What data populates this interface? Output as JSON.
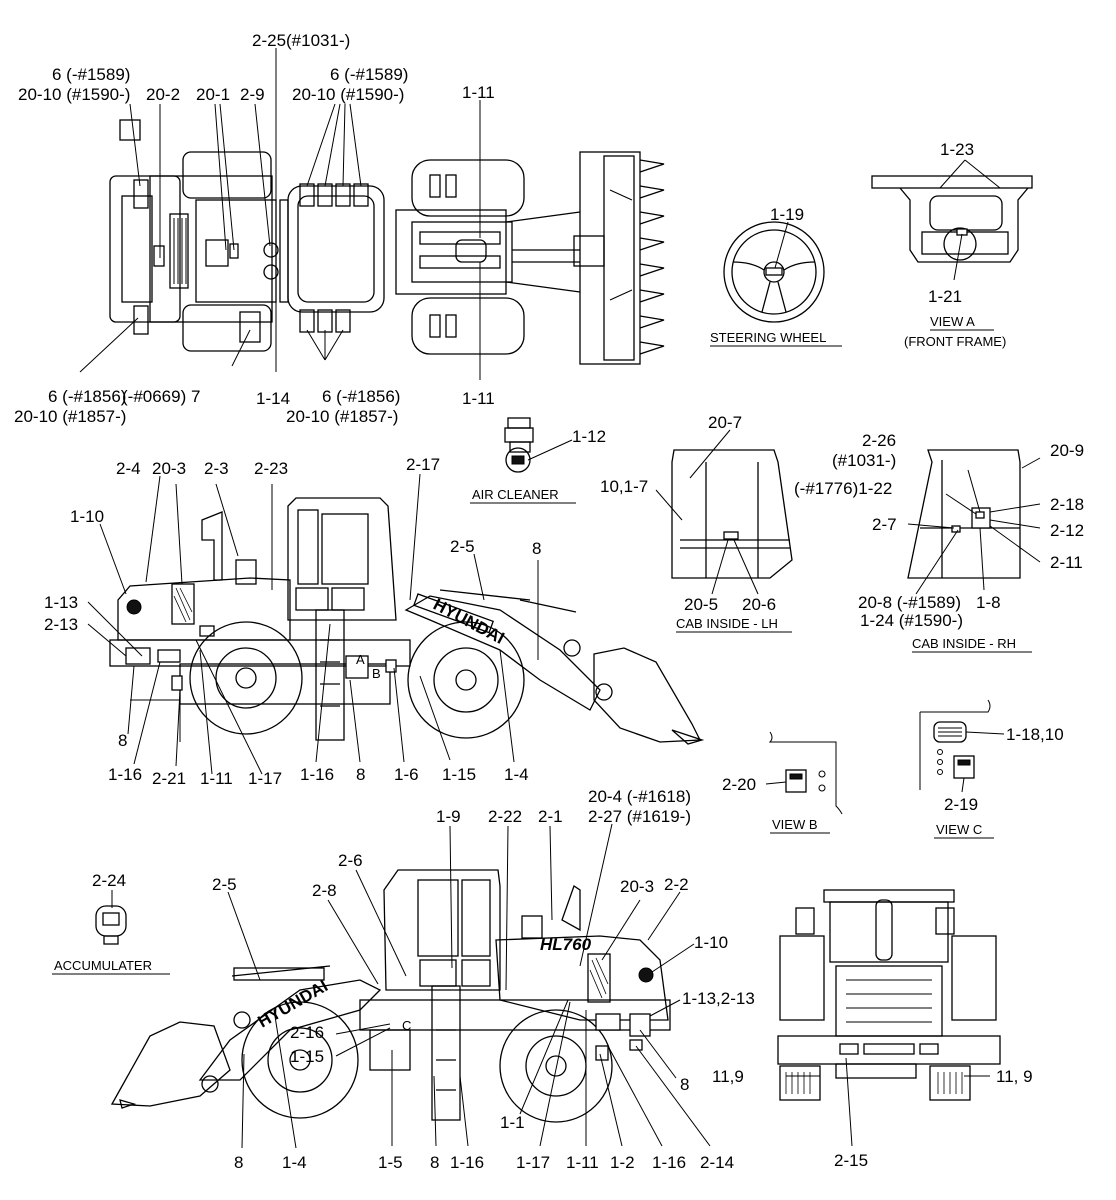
{
  "captions": {
    "steering_wheel": "STEERING WHEEL",
    "view_a": "VIEW A",
    "front_frame": "(FRONT FRAME)",
    "air_cleaner": "AIR CLEANER",
    "cab_inside_lh": "CAB INSIDE - LH",
    "cab_inside_rh": "CAB INSIDE - RH",
    "view_b": "VIEW B",
    "view_c": "VIEW C",
    "accumulater": "ACCUMULATER"
  },
  "brand_lettering": [
    "HYUNDAI",
    "HL760"
  ],
  "plate_marks": {
    "a": "A",
    "b": "B",
    "c": "C"
  },
  "labels": {
    "t_2_25": "2-25(#1031-)",
    "t_6_a": "6 (-#1589)",
    "t_20_10_a": "20-10 (#1590-)",
    "t_20_2": "20-2",
    "t_20_1": "20-1",
    "t_2_9": "2-9",
    "t_6_b": "6 (-#1589)",
    "t_20_10_b": "20-10 (#1590-)",
    "t_1_11_top": "1-11",
    "t_1_23": "1-23",
    "t_1_19": "1-19",
    "t_1_21": "1-21",
    "t_6_c": "6 (-#1856)",
    "t_0669": "(-#0669) 7",
    "t_20_10_c": "20-10 (#1857-)",
    "t_1_14": "1-14",
    "t_6_d": "6 (-#1856)",
    "t_20_10_d": "20-10 (#1857-)",
    "t_1_11_bot": "1-11",
    "t_1_12": "1-12",
    "t_20_7": "20-7",
    "t_10_1_7": "10,1-7",
    "t_20_5": "20-5",
    "t_20_6": "20-6",
    "t_2_26": "2-26",
    "t_1031": "(#1031-)",
    "t_20_9": "20-9",
    "t_1776": "(-#1776)1-22",
    "t_2_18": "2-18",
    "t_2_7": "2-7",
    "t_2_12": "2-12",
    "t_2_11": "2-11",
    "t_20_8": "20-8 (-#1589)",
    "t_1_8": "1-8",
    "t_1_24": "1-24 (#1590-)",
    "l_2_4": "2-4",
    "l_20_3": "20-3",
    "l_2_3": "2-3",
    "l_2_23": "2-23",
    "l_2_17": "2-17",
    "l_1_10": "1-10",
    "l_2_5": "2-5",
    "l_8_top": "8",
    "l_1_13": "1-13",
    "l_2_13": "2-13",
    "l_8_left": "8",
    "l_1_16_a": "1-16",
    "l_2_21": "2-21",
    "l_1_11": "1-11",
    "l_1_17": "1-17",
    "l_1_16_b": "1-16",
    "l_8_mid": "8",
    "l_1_6": "1-6",
    "l_1_15": "1-15",
    "l_1_4": "1-4",
    "t_2_20": "2-20",
    "t_1_18": "1-18,10",
    "t_2_19": "2-19",
    "r_2_24": "2-24",
    "r_1_9": "1-9",
    "r_2_22": "2-22",
    "r_2_1": "2-1",
    "r_20_4": "20-4 (-#1618)",
    "r_2_27": "2-27 (#1619-)",
    "r_2_6": "2-6",
    "r_2_5": "2-5",
    "r_2_8": "2-8",
    "r_20_3": "20-3",
    "r_2_2": "2-2",
    "r_1_10": "1-10",
    "r_1_13": "1-13,2-13",
    "r_2_16": "2-16",
    "r_1_15": "1-15",
    "r_8_right": "8",
    "r_1_1": "1-1",
    "r_8_a": "8",
    "r_1_4": "1-4",
    "r_1_5": "1-5",
    "r_8_b": "8",
    "r_1_16_a": "1-16",
    "r_1_17": "1-17",
    "r_1_11": "1-11",
    "r_1_2": "1-2",
    "r_1_16_b": "1-16",
    "r_2_14": "2-14",
    "b_11_9_l": "11,9",
    "b_11_9_r": "11, 9",
    "b_2_15": "2-15"
  }
}
